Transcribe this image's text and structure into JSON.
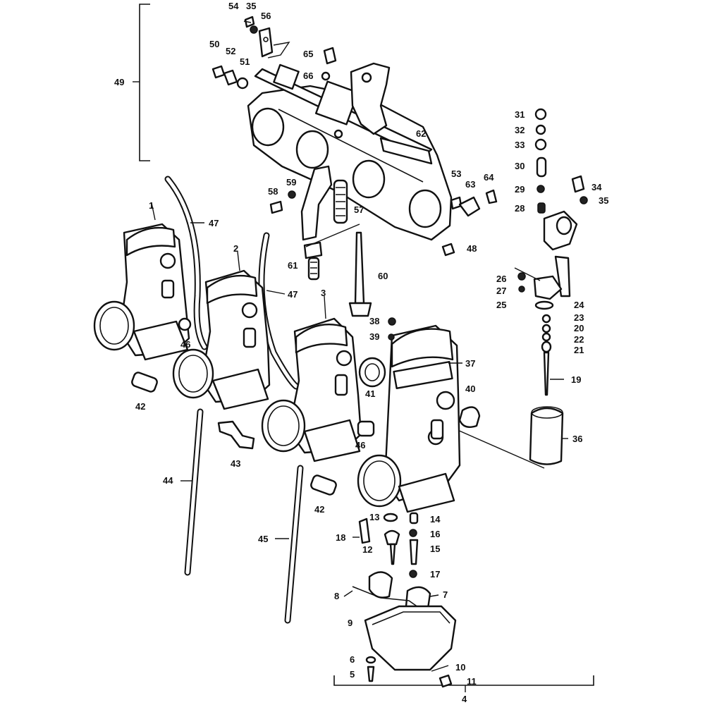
{
  "callouts": [
    {
      "id": "c1",
      "text": "1"
    },
    {
      "id": "c2",
      "text": "2"
    },
    {
      "id": "c3",
      "text": "3"
    },
    {
      "id": "c4",
      "text": "4"
    },
    {
      "id": "c5",
      "text": "5"
    },
    {
      "id": "c6",
      "text": "6"
    },
    {
      "id": "c7",
      "text": "7"
    },
    {
      "id": "c8",
      "text": "8"
    },
    {
      "id": "c9",
      "text": "9"
    },
    {
      "id": "c10",
      "text": "10"
    },
    {
      "id": "c11",
      "text": "11"
    },
    {
      "id": "c12",
      "text": "12"
    },
    {
      "id": "c13",
      "text": "13"
    },
    {
      "id": "c14",
      "text": "14"
    },
    {
      "id": "c15",
      "text": "15"
    },
    {
      "id": "c16",
      "text": "16"
    },
    {
      "id": "c17",
      "text": "17"
    },
    {
      "id": "c18",
      "text": "18"
    },
    {
      "id": "c19",
      "text": "19"
    },
    {
      "id": "c20",
      "text": "20"
    },
    {
      "id": "c21",
      "text": "21"
    },
    {
      "id": "c22",
      "text": "22"
    },
    {
      "id": "c23",
      "text": "23"
    },
    {
      "id": "c24",
      "text": "24"
    },
    {
      "id": "c25",
      "text": "25"
    },
    {
      "id": "c26",
      "text": "26"
    },
    {
      "id": "c27",
      "text": "27"
    },
    {
      "id": "c28",
      "text": "28"
    },
    {
      "id": "c29",
      "text": "29"
    },
    {
      "id": "c30",
      "text": "30"
    },
    {
      "id": "c31",
      "text": "31"
    },
    {
      "id": "c32",
      "text": "32"
    },
    {
      "id": "c33",
      "text": "33"
    },
    {
      "id": "c34",
      "text": "34"
    },
    {
      "id": "c35a",
      "text": "35"
    },
    {
      "id": "c35b",
      "text": "35"
    },
    {
      "id": "c36",
      "text": "36"
    },
    {
      "id": "c37",
      "text": "37"
    },
    {
      "id": "c38",
      "text": "38"
    },
    {
      "id": "c39",
      "text": "39"
    },
    {
      "id": "c40",
      "text": "40"
    },
    {
      "id": "c41",
      "text": "41"
    },
    {
      "id": "c42a",
      "text": "42"
    },
    {
      "id": "c42b",
      "text": "42"
    },
    {
      "id": "c43",
      "text": "43"
    },
    {
      "id": "c44",
      "text": "44"
    },
    {
      "id": "c45",
      "text": "45"
    },
    {
      "id": "c46a",
      "text": "46"
    },
    {
      "id": "c46b",
      "text": "46"
    },
    {
      "id": "c47a",
      "text": "47"
    },
    {
      "id": "c47b",
      "text": "47"
    },
    {
      "id": "c48",
      "text": "48"
    },
    {
      "id": "c49",
      "text": "49"
    },
    {
      "id": "c50",
      "text": "50"
    },
    {
      "id": "c51",
      "text": "51"
    },
    {
      "id": "c52",
      "text": "52"
    },
    {
      "id": "c53",
      "text": "53"
    },
    {
      "id": "c54",
      "text": "54"
    },
    {
      "id": "c56",
      "text": "56"
    },
    {
      "id": "c57",
      "text": "57"
    },
    {
      "id": "c58",
      "text": "58"
    },
    {
      "id": "c59",
      "text": "59"
    },
    {
      "id": "c60",
      "text": "60"
    },
    {
      "id": "c61",
      "text": "61"
    },
    {
      "id": "c62",
      "text": "62"
    },
    {
      "id": "c63",
      "text": "63"
    },
    {
      "id": "c64",
      "text": "64"
    },
    {
      "id": "c65",
      "text": "65"
    },
    {
      "id": "c66",
      "text": "66"
    }
  ]
}
